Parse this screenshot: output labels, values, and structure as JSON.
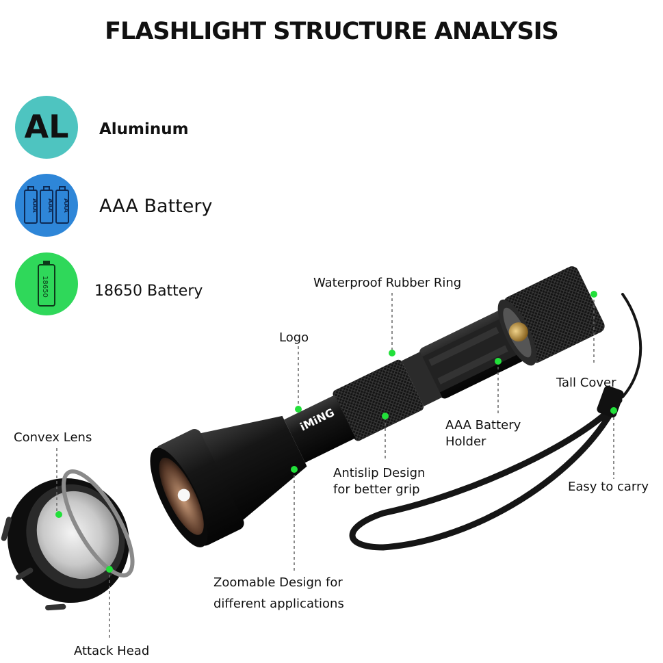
{
  "title": "FLASHLIGHT STRUCTURE ANALYSIS",
  "features": {
    "al_badge": "AL",
    "al_label": "Aluminum",
    "aaa_label": "AAA Battery",
    "aaa_cell_text": "AAA",
    "battery18650_label": "18650 Battery",
    "battery18650_cell_text": "18650"
  },
  "product": {
    "logo_text": "iMiNG"
  },
  "callouts": {
    "waterproof": "Waterproof Rubber Ring",
    "logo": "Logo",
    "tail_cover": "Tall Cover",
    "convex_lens": "Convex Lens",
    "aaa_holder_line1": "AAA Battery",
    "aaa_holder_line2": "Holder",
    "antislip_line1": "Antislip Design",
    "antislip_line2": "for better grip",
    "easy_carry": "Easy to carry",
    "zoomable_line1": "Zoomable Design for",
    "zoomable_line2": "different applications",
    "attack_head": "Attack Head"
  },
  "colors": {
    "al_circle": "#4ec4c0",
    "aaa_circle": "#2e86d8",
    "battery18650_circle": "#2fd85a",
    "marker_dot": "#22e03a"
  }
}
